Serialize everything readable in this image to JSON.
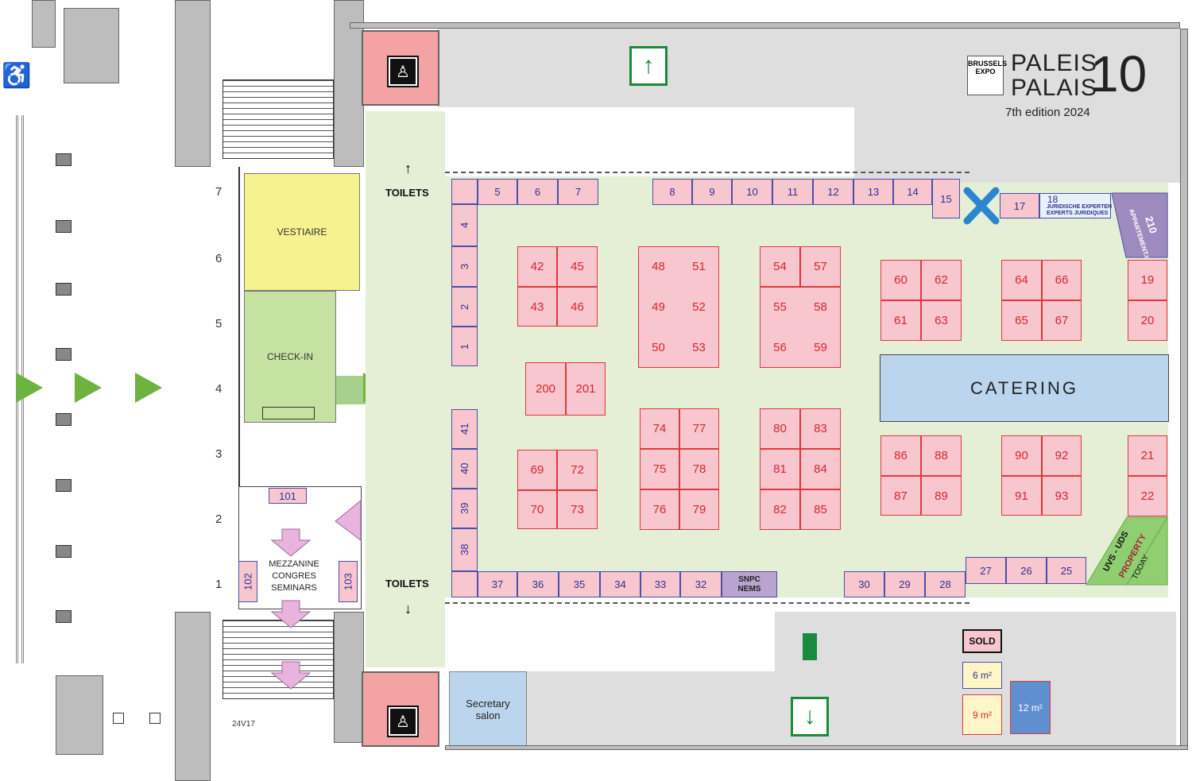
{
  "title": {
    "line1": "PALEIS",
    "line2": "PALAIS",
    "number": "10",
    "edition": "7th edition 2024",
    "logo_text": "BRUSSELS EXPO"
  },
  "zones": {
    "vestiaire": "VESTIAIRE",
    "checkin": "CHECK-IN",
    "catering": "CATERING",
    "toilets_top": "TOILETS",
    "toilets_bottom": "TOILETS",
    "mezzanine": [
      "MEZZANINE",
      "CONGRES",
      "SEMINARS"
    ],
    "secretary": [
      "Secretary",
      "salon"
    ],
    "appartement": "APPARTEMENT.tv",
    "uvs": "UVS - UDS",
    "property": "PROPERTY",
    "today": "TODAY",
    "snpc": [
      "SNPC",
      "NEMS"
    ],
    "juridische": [
      "JURIDISCHE EXPERTEN",
      "EXPERTS JURIDIQUES"
    ],
    "drawing_code": "24V17"
  },
  "doors": [
    "7",
    "6",
    "5",
    "4",
    "3",
    "2",
    "1"
  ],
  "legend": {
    "sold": "SOLD",
    "six": "6 m²",
    "nine": "9 m²",
    "twelve": "12 m²"
  },
  "colors": {
    "stand_pink": "#f7c6cf",
    "stand_red_border": "#e0383e",
    "floor_green": "#e4efd6",
    "catering_blue": "#bcd5ee",
    "vestiaire_yellow": "#f6f28f",
    "checkin_green": "#c6e2a2",
    "purple": "#b9a3cf",
    "exit_green": "#1a8a3c"
  },
  "stands": {
    "s1": "1",
    "s2": "2",
    "s3": "3",
    "s4": "4",
    "s5": "5",
    "s6": "6",
    "s7": "7",
    "s8": "8",
    "s9": "9",
    "s10": "10",
    "s11": "11",
    "s12": "12",
    "s13": "13",
    "s14": "14",
    "s15": "15",
    "s17": "17",
    "s18": "18",
    "s19": "19",
    "s20": "20",
    "s21": "21",
    "s22": "22",
    "s25": "25",
    "s26": "26",
    "s27": "27",
    "s28": "28",
    "s29": "29",
    "s30": "30",
    "s32": "32",
    "s33": "33",
    "s34": "34",
    "s35": "35",
    "s36": "36",
    "s37": "37",
    "s38": "38",
    "s39": "39",
    "s40": "40",
    "s41": "41",
    "s42": "42",
    "s43": "43",
    "s45": "45",
    "s46": "46",
    "s48": "48",
    "s49": "49",
    "s50": "50",
    "s51": "51",
    "s52": "52",
    "s53": "53",
    "s54": "54",
    "s55": "55",
    "s56": "56",
    "s57": "57",
    "s58": "58",
    "s59": "59",
    "s60": "60",
    "s61": "61",
    "s62": "62",
    "s63": "63",
    "s64": "64",
    "s65": "65",
    "s66": "66",
    "s67": "67",
    "s69": "69",
    "s70": "70",
    "s72": "72",
    "s73": "73",
    "s74": "74",
    "s75": "75",
    "s76": "76",
    "s77": "77",
    "s78": "78",
    "s79": "79",
    "s80": "80",
    "s81": "81",
    "s82": "82",
    "s83": "83",
    "s84": "84",
    "s85": "85",
    "s86": "86",
    "s87": "87",
    "s88": "88",
    "s89": "89",
    "s90": "90",
    "s91": "91",
    "s92": "92",
    "s93": "93",
    "s101": "101",
    "s102": "102",
    "s103": "103",
    "s200": "200",
    "s201": "201",
    "s210": "210"
  }
}
